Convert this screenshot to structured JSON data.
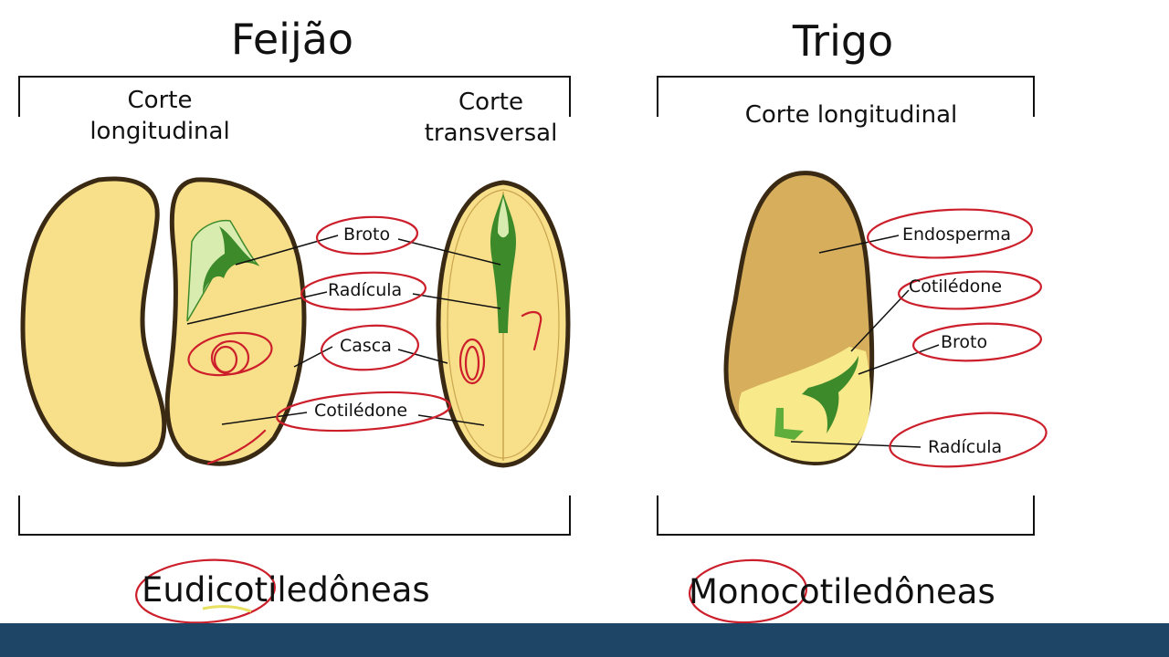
{
  "left_panel": {
    "title": "Feijão",
    "subtitle_left_line1": "Corte",
    "subtitle_left_line2": "longitudinal",
    "subtitle_right_line1": "Corte",
    "subtitle_right_line2": "transversal",
    "labels": {
      "broto": "Broto",
      "radicula": "Radícula",
      "casca": "Casca",
      "cotiledone": "Cotilédone"
    },
    "classification": "Eudicotiledôneas"
  },
  "right_panel": {
    "title": "Trigo",
    "subtitle": "Corte longitudinal",
    "labels": {
      "endosperma": "Endosperma",
      "cotiledone": "Cotilédone",
      "broto": "Broto",
      "radicula": "Radícula"
    },
    "classification": "Monocotiledôneas"
  },
  "colors": {
    "seed_fill": "#f8df8a",
    "seed_outline": "#3a2a14",
    "embryo_green": "#3d8a2a",
    "embryo_light": "#d8ecb0",
    "endosperm": "#d6ae5c",
    "annotation_red": "#cc1f2b",
    "footer": "#1e4566"
  }
}
